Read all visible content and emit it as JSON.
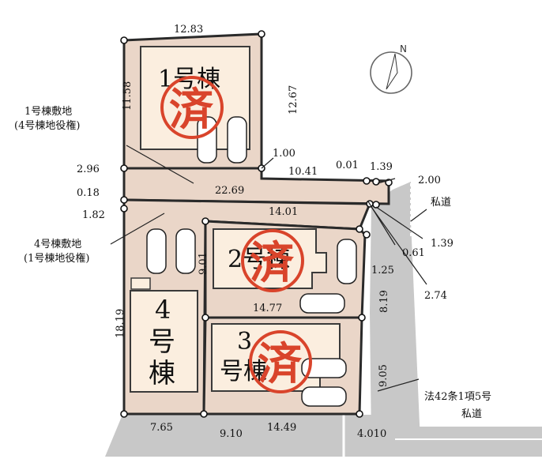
{
  "compass": {
    "label": "N"
  },
  "buildings": {
    "b1": {
      "label": "1号棟"
    },
    "b2": {
      "label": "2号棟"
    },
    "b3_line1": "3",
    "b3_line2": "号棟",
    "b4_line1": "4",
    "b4_line2": "号棟"
  },
  "stamp": {
    "text": "済",
    "color": "#d9442b"
  },
  "notes": {
    "easement_1_line1": "1号棟敷地",
    "easement_1_line2": "(4号棟地役権)",
    "easement_4_line1": "4号棟敷地",
    "easement_4_line2": "(1号棟地役権)",
    "private_road_short": "私道",
    "private_road_law_line1": "法42条1項5号",
    "private_road_law_line2": "私道"
  },
  "dimensions": {
    "d1283": "12.83",
    "d1158": "11.58",
    "d1267": "12.67",
    "d100": "1.00",
    "d1041": "10.41",
    "d296": "2.96",
    "d2269": "22.69",
    "d018": "0.18",
    "d182": "1.82",
    "d001": "0.01",
    "d139a": "1.39",
    "d200": "2.00",
    "d1401": "14.01",
    "d139b": "1.39",
    "d061": "0.61",
    "d901": "9.01",
    "d125": "1.25",
    "d274": "2.74",
    "d1477": "14.77",
    "d819": "8.19",
    "d1819": "18.19",
    "d905": "9.05",
    "d765": "7.65",
    "d910": "9.10",
    "d1449": "14.49",
    "d4010": "4.010"
  },
  "colors": {
    "lot": "#ead6c8",
    "building": "#fbeedf",
    "road": "#c8c8c8",
    "outline": "#2a2a2a"
  }
}
